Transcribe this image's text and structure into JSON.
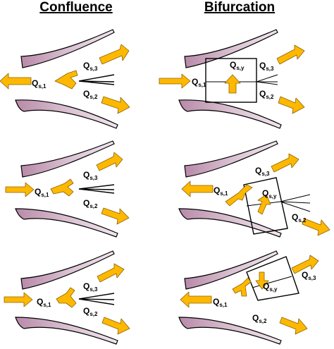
{
  "headers": {
    "confluence": "Confluence",
    "bifurcation": "Bifurcation"
  },
  "labels": {
    "qs_main": "Q",
    "s1": "s,1",
    "s2": "s,2",
    "s3": "s,3",
    "sy": "s,y"
  },
  "colors": {
    "arrow": "#FFB800",
    "arrow_edge": "#8a6200",
    "wall": "#c9a7bf",
    "line": "#000000"
  },
  "icons": {
    "flow_arrow": "yellow-flow-arrow-icon",
    "lateral_arrow": "control-volume-flux-arrow-icon"
  }
}
